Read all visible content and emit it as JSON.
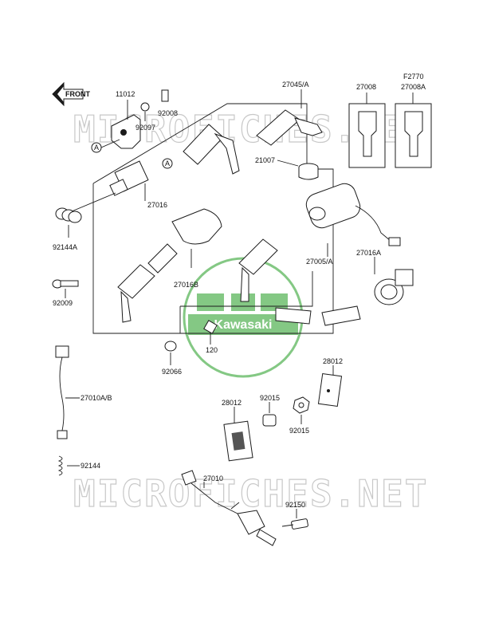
{
  "figure_code": "F2770",
  "front_label": "FRONT",
  "brand": "Kawasaki",
  "watermark": "MICROFICHES.NET",
  "callouts": {
    "c11012": "11012",
    "c92008": "92008",
    "c92097": "92097",
    "a1": "A",
    "a2": "A",
    "c27016": "27016",
    "c92144a": "92144A",
    "c27016b": "27016B",
    "c92009": "92009",
    "c27045a": "27045/A",
    "c21007": "21007",
    "c27008": "27008",
    "c27008a": "27008A",
    "c27005a": "27005/A",
    "c27016a": "27016A",
    "c120": "120",
    "c92066": "92066",
    "c27010ab": "27010A/B",
    "c92144": "92144",
    "c28012a": "28012",
    "c28012b": "28012",
    "c92015a": "92015",
    "c92015b": "92015",
    "c27010": "27010",
    "c92150": "92150"
  },
  "colors": {
    "line": "#1b1b1b",
    "part_fill": "#ffffff",
    "watermark_green": "#6fbf6f",
    "watermark_gray": "#c8c8c8"
  }
}
